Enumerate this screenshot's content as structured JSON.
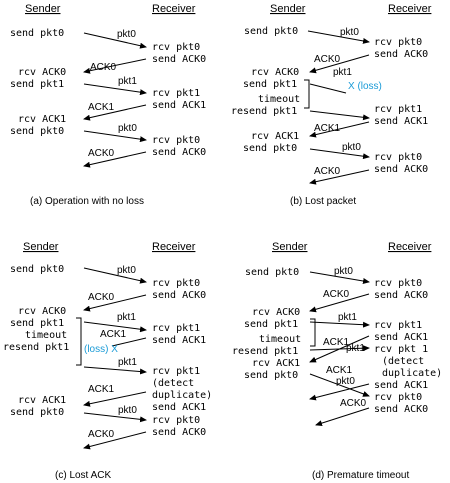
{
  "panels": [
    {
      "id": "a",
      "sender_label": "Sender",
      "receiver_label": "Receiver",
      "sender_lines": [
        "send pkt0",
        "rcv ACK0",
        "send pkt1",
        "rcv ACK1",
        "send pkt0"
      ],
      "receiver_lines": [
        "rcv pkt0",
        "send ACK0",
        "rcv pkt1",
        "send ACK1",
        "rcv pkt0",
        "send ACK0"
      ],
      "messages": [
        "pkt0",
        "ACK0",
        "pkt1",
        "ACK1",
        "pkt0",
        "ACK0"
      ],
      "caption": "(a) Operation with no loss"
    },
    {
      "id": "b",
      "sender_label": "Sender",
      "receiver_label": "Receiver",
      "sender_lines": [
        "send pkt0",
        "rcv ACK0",
        "send pkt1",
        "timeout",
        "resend pkt1",
        "rcv ACK1",
        "send pkt0"
      ],
      "receiver_lines": [
        "rcv pkt0",
        "send ACK0",
        "rcv pkt1",
        "send ACK1",
        "rcv pkt0",
        "send ACK0"
      ],
      "messages": [
        "pkt0",
        "ACK0",
        "pkt1",
        "ACK1",
        "pkt0",
        "ACK0"
      ],
      "loss_label": "X (loss)",
      "caption": "(b) Lost packet"
    },
    {
      "id": "c",
      "sender_label": "Sender",
      "receiver_label": "Receiver",
      "sender_lines": [
        "send pkt0",
        "rcv ACK0",
        "send pkt1",
        "timeout",
        "resend pkt1",
        "rcv ACK1",
        "send pkt0"
      ],
      "receiver_lines": [
        "rcv pkt0",
        "send ACK0",
        "rcv pkt1",
        "send ACK1",
        "rcv pkt1",
        "(detect",
        "duplicate)",
        "send ACK1",
        "rcv pkt0",
        "send ACK0"
      ],
      "messages": [
        "pkt0",
        "ACK0",
        "pkt1",
        "ACK1",
        "pkt1",
        "ACK1",
        "pkt0",
        "ACK0"
      ],
      "loss_label": "(loss) X",
      "caption": "(c) Lost ACK"
    },
    {
      "id": "d",
      "sender_label": "Sender",
      "receiver_label": "Receiver",
      "sender_lines": [
        "send pkt0",
        "rcv ACK0",
        "send pkt1",
        "timeout",
        "resend pkt1",
        "rcv ACK1",
        "send pkt0"
      ],
      "receiver_lines": [
        "rcv pkt0",
        "send ACK0",
        "rcv pkt1",
        "send ACK1",
        "rcv pkt 1",
        "(detect",
        "duplicate)",
        "send ACK1",
        "rcv pkt0",
        "send ACK0"
      ],
      "messages": [
        "pkt0",
        "ACK0",
        "pkt1",
        "ACK1",
        "pkt1",
        "ACK1",
        "pkt0",
        "ACK0"
      ],
      "caption": "(d) Premature timeout"
    }
  ]
}
